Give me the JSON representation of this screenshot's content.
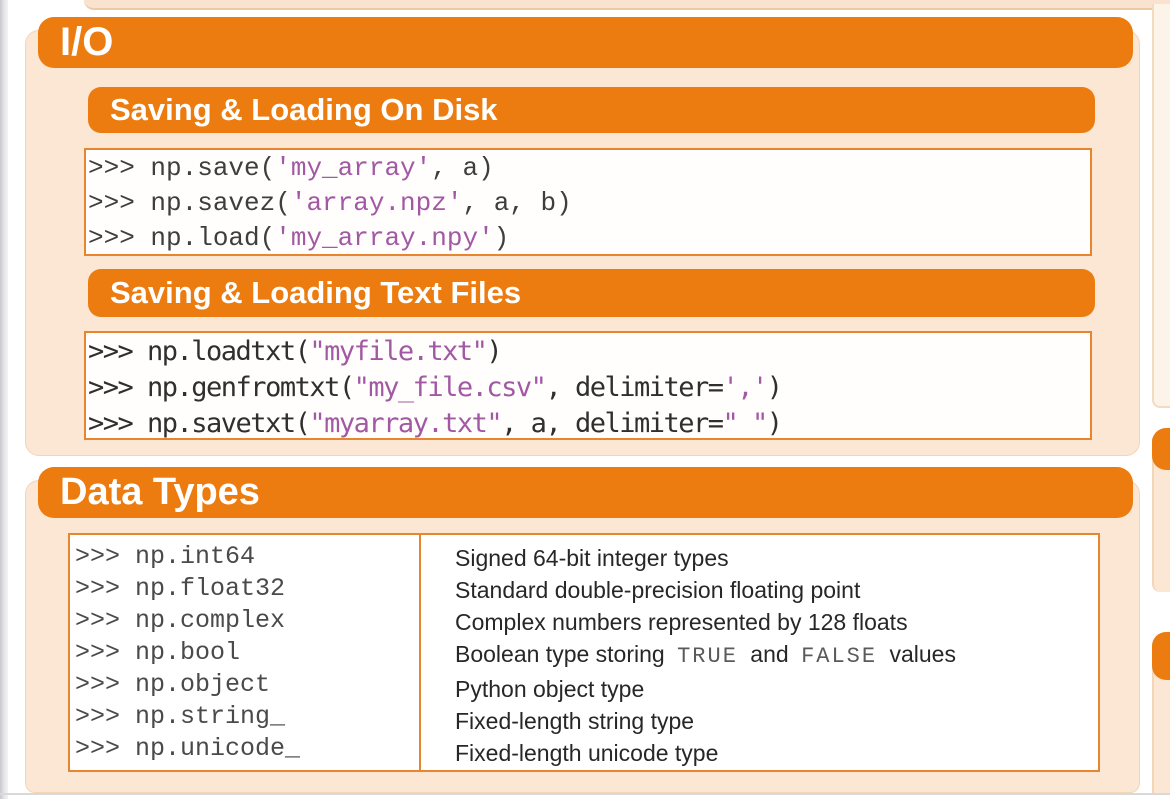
{
  "colors": {
    "orange": "#ed7c10",
    "border": "#e8862f",
    "peach": "#fbe7d3",
    "panel-border": "#f2d6b6",
    "light": "#fdf4e9",
    "light-border": "#f3dbc0",
    "topbar": "#f9e3ce",
    "topbar-border": "#eacba6",
    "purple": "#a159a3",
    "code": "#3e3e3e",
    "code2": "#2f2f2f",
    "desc": "#272727",
    "mono-gray": "#5a5a5a",
    "gutter1": "#c9c9cd",
    "gutter2": "#e6e6e8",
    "rule": "#d9d9d9"
  },
  "io": {
    "title": "I/O",
    "disk": {
      "title": "Saving & Loading On Disk",
      "lines": [
        [
          {
            "t": ">>> np.save(",
            "k": "c"
          },
          {
            "t": "'my_array'",
            "k": "s"
          },
          {
            "t": ", a)",
            "k": "c"
          }
        ],
        [
          {
            "t": ">>> np.savez(",
            "k": "c"
          },
          {
            "t": "'array.npz'",
            "k": "s"
          },
          {
            "t": ", a, b)",
            "k": "c"
          }
        ],
        [
          {
            "t": ">>> np.load(",
            "k": "c"
          },
          {
            "t": "'my_array.npy'",
            "k": "s"
          },
          {
            "t": ")",
            "k": "c"
          }
        ]
      ]
    },
    "text_files": {
      "title": "Saving & Loading Text Files",
      "lines": [
        [
          {
            "t": ">>> np.loadtxt(",
            "k": "c"
          },
          {
            "t": "\"myfile.txt\"",
            "k": "s"
          },
          {
            "t": ")",
            "k": "c"
          }
        ],
        [
          {
            "t": ">>> np.genfromtxt(",
            "k": "c"
          },
          {
            "t": "\"my_file.csv\"",
            "k": "s"
          },
          {
            "t": ", delimiter=",
            "k": "c"
          },
          {
            "t": "','",
            "k": "s"
          },
          {
            "t": ")",
            "k": "c"
          }
        ],
        [
          {
            "t": ">>> np.savetxt(",
            "k": "c"
          },
          {
            "t": "\"myarray.txt\"",
            "k": "s"
          },
          {
            "t": ", a, delimiter=",
            "k": "c"
          },
          {
            "t": "\" \"",
            "k": "s"
          },
          {
            "t": ")",
            "k": "c"
          }
        ]
      ]
    }
  },
  "data_types": {
    "title": "Data Types",
    "rows": [
      {
        "code": ">>> np.int64",
        "desc": [
          {
            "t": "Signed 64-bit integer types",
            "k": "d"
          }
        ]
      },
      {
        "code": ">>> np.float32",
        "desc": [
          {
            "t": "Standard double-precision floating point",
            "k": "d"
          }
        ]
      },
      {
        "code": ">>> np.complex",
        "desc": [
          {
            "t": "Complex numbers represented by 128 floats",
            "k": "d"
          }
        ]
      },
      {
        "code": ">>> np.bool",
        "desc": [
          {
            "t": "Boolean type storing ",
            "k": "d"
          },
          {
            "t": "TRUE",
            "k": "m"
          },
          {
            "t": " and ",
            "k": "d"
          },
          {
            "t": "FALSE",
            "k": "m"
          },
          {
            "t": " values",
            "k": "d"
          }
        ]
      },
      {
        "code": ">>> np.object",
        "desc": [
          {
            "t": "Python object type",
            "k": "d"
          }
        ]
      },
      {
        "code": ">>> np.string_",
        "desc": [
          {
            "t": "Fixed-length string type",
            "k": "d"
          }
        ]
      },
      {
        "code": ">>> np.unicode_",
        "desc": [
          {
            "t": "Fixed-length unicode type",
            "k": "d"
          }
        ]
      }
    ]
  }
}
